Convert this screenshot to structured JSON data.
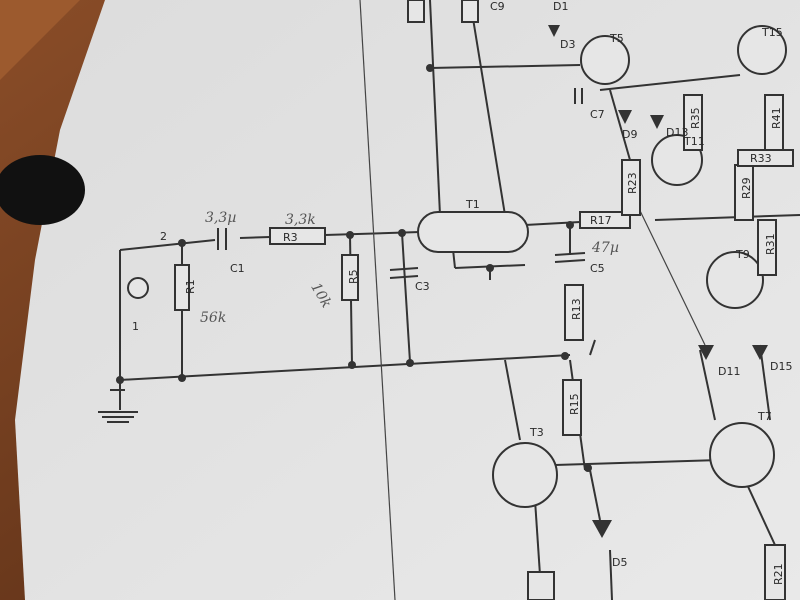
{
  "schematic": {
    "components": {
      "C1": "C1",
      "C3": "C3",
      "C5": "C5",
      "C7": "C7",
      "C9": "C9",
      "R1": "R1",
      "R3": "R3",
      "R5": "R5",
      "R13": "R13",
      "R15": "R15",
      "R17": "R17",
      "R21": "R21",
      "R23": "R23",
      "R29": "R29",
      "R31": "R31",
      "R33": "R33",
      "R35": "R35",
      "R41": "R41",
      "T1": "T1",
      "T3": "T3",
      "T5": "T5",
      "T7": "T7",
      "T9": "T9",
      "T11": "T11",
      "T15": "T15",
      "D1": "D1",
      "D3": "D3",
      "D5": "D5",
      "D9": "D9",
      "D11": "D11",
      "D13": "D13",
      "D15": "D15"
    },
    "nodes": {
      "n1": "1",
      "n2": "2"
    },
    "handwritten": {
      "c1_value": "3,3µ",
      "r3_value": "3,3k",
      "r1_value": "56k",
      "r5_value": "10k",
      "c5_value": "47µ"
    },
    "colors": {
      "paper": "#e4e4e4",
      "ink": "#333333",
      "wood": "#7a4424"
    }
  }
}
